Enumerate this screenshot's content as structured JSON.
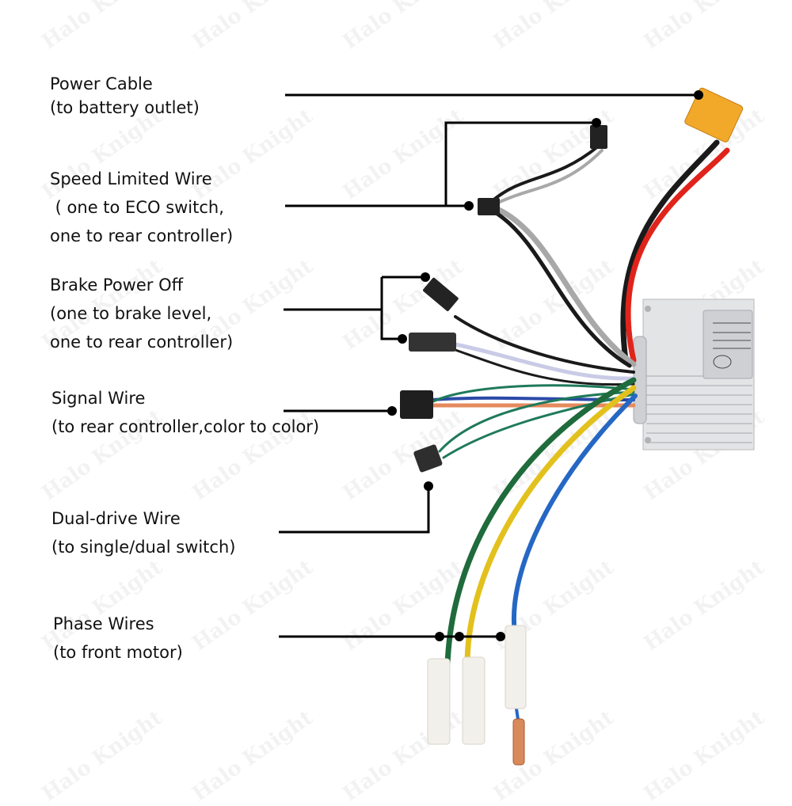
{
  "watermark": "Halo Knight",
  "callouts": [
    {
      "id": "power-cable",
      "title": "Power Cable",
      "lines": [
        "(to battery outlet)"
      ]
    },
    {
      "id": "speed-limited-wire",
      "title": "Speed Limited Wire",
      "lines": [
        " ( one to ECO switch,",
        "one to rear controller)"
      ]
    },
    {
      "id": "brake-power-off",
      "title": "Brake Power Off",
      "lines": [
        "(one to brake level,",
        "one to rear controller)"
      ]
    },
    {
      "id": "signal-wire",
      "title": "Signal Wire",
      "lines": [
        "(to rear controller,color to color)"
      ]
    },
    {
      "id": "dual-drive-wire",
      "title": "Dual-drive Wire",
      "lines": [
        "(to single/dual switch)"
      ]
    },
    {
      "id": "phase-wires",
      "title": "Phase Wires",
      "lines": [
        "(to front motor)"
      ]
    }
  ],
  "colors": {
    "leader": "#000000",
    "connector_yellow": "#f2a92a",
    "wire_red": "#e0241b",
    "wire_black": "#1a1a1a",
    "wire_grey": "#a8a8a8",
    "wire_lavender": "#c9cbe6",
    "wire_blue": "#2b49a8",
    "wire_orange": "#e58a5e",
    "wire_teal": "#1f7a5a",
    "wire_green": "#1f6b3c",
    "wire_yellow": "#e3c11d",
    "wire_phase_blue": "#2567c4",
    "controller_body": "#dcdde0"
  }
}
